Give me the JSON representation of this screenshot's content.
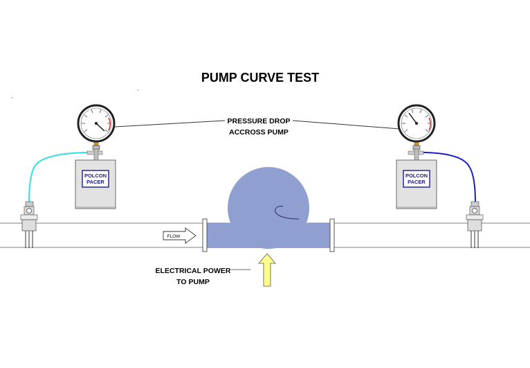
{
  "title": "PUMP CURVE TEST",
  "pressure_label": {
    "line1": "PRESSURE DROP",
    "line2": "ACCROSS PUMP"
  },
  "power_label": {
    "line1": "ELECTRICAL POWER",
    "line2": "TO PUMP"
  },
  "flow_label": "FLOW",
  "box_label": {
    "line1": "POLCON",
    "line2": "PACER"
  },
  "colors": {
    "pump": "#8f9fd0",
    "left_tube": "#2ee0e0",
    "right_tube": "#1c1cc8",
    "power_arrow": "#ffff8c",
    "box": "#e2e2e2",
    "box_border": "#1a1a8c"
  }
}
